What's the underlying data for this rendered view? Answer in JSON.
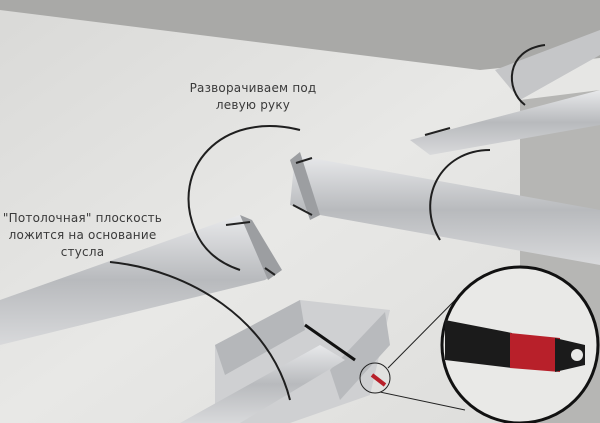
{
  "labels": {
    "rotate_line1": "Разворачиваем под",
    "rotate_line2": "левую руку",
    "ceiling_line1": "\"Потолочная\" плоскость",
    "ceiling_line2": "ложится на основание",
    "ceiling_line3": "стусла"
  },
  "colors": {
    "background": "#e4e4e2",
    "ceiling": "#a9a9a7",
    "molding": "#c8c9cb",
    "arrow": "#1f1f1f",
    "saw_handle_red": "#b8202a"
  }
}
